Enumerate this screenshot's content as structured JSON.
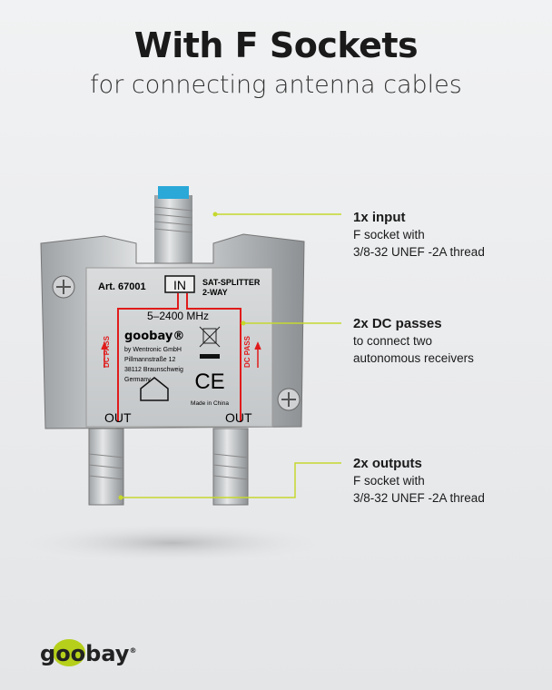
{
  "header": {
    "title": "With F Sockets",
    "subtitle": "for connecting antenna cables"
  },
  "label": {
    "art": "Art. 67001",
    "in": "IN",
    "model_line1": "SAT-SPLITTER",
    "model_line2": "2-WAY",
    "freq": "5–2400 MHz",
    "brand": "goobay®",
    "address": [
      "by Wentronic GmbH",
      "Pillmannstraße 12",
      "38112 Braunschweig",
      "Germany"
    ],
    "dc_pass": "DC PASS",
    "out": "OUT",
    "ce": "CE",
    "made_in": "Made in China"
  },
  "callouts": [
    {
      "title": "1x input",
      "lines": [
        "F socket with",
        "3/8-32 UNEF -2A thread"
      ]
    },
    {
      "title": "2x DC passes",
      "lines": [
        "to connect two",
        "autonomous receivers"
      ]
    },
    {
      "title": "2x outputs",
      "lines": [
        "F socket with",
        "3/8-32 UNEF -2A thread"
      ]
    }
  ],
  "footer": {
    "logo": "goobay"
  },
  "colors": {
    "accent": "#c5d82e",
    "red": "#e01b1b",
    "metal": "#c9ccce"
  }
}
